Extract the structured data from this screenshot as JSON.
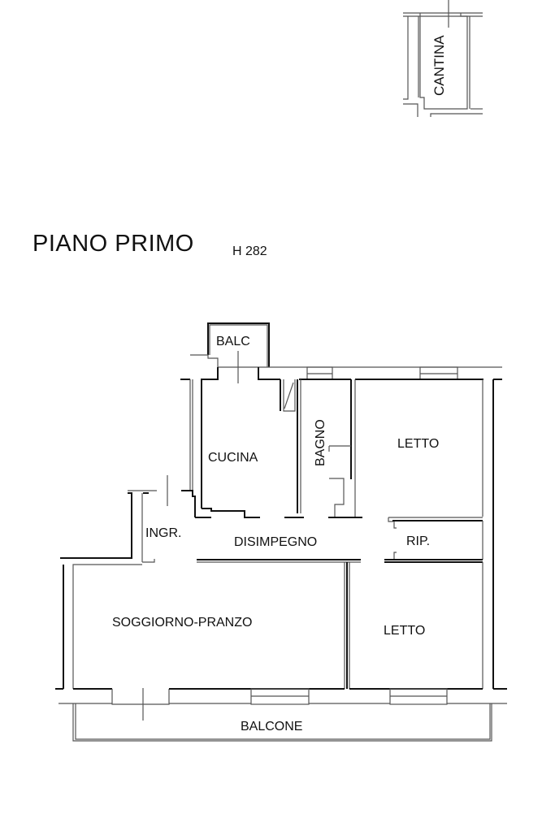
{
  "plan": {
    "title": "PIANO PRIMO",
    "height_label": "H 282"
  },
  "rooms": {
    "cantina": "CANTINA",
    "balc": "BALC",
    "cucina": "CUCINA",
    "bagno": "BAGNO",
    "letto_top": "LETTO",
    "ingr": "INGR.",
    "disimpegno": "DISIMPEGNO",
    "rip": "RIP.",
    "soggiorno": "SOGGIORNO-PRANZO",
    "letto_bottom": "LETTO",
    "balcone": "BALCONE"
  },
  "colors": {
    "line": "#111111",
    "thin_line": "#555555",
    "background": "#ffffff"
  }
}
